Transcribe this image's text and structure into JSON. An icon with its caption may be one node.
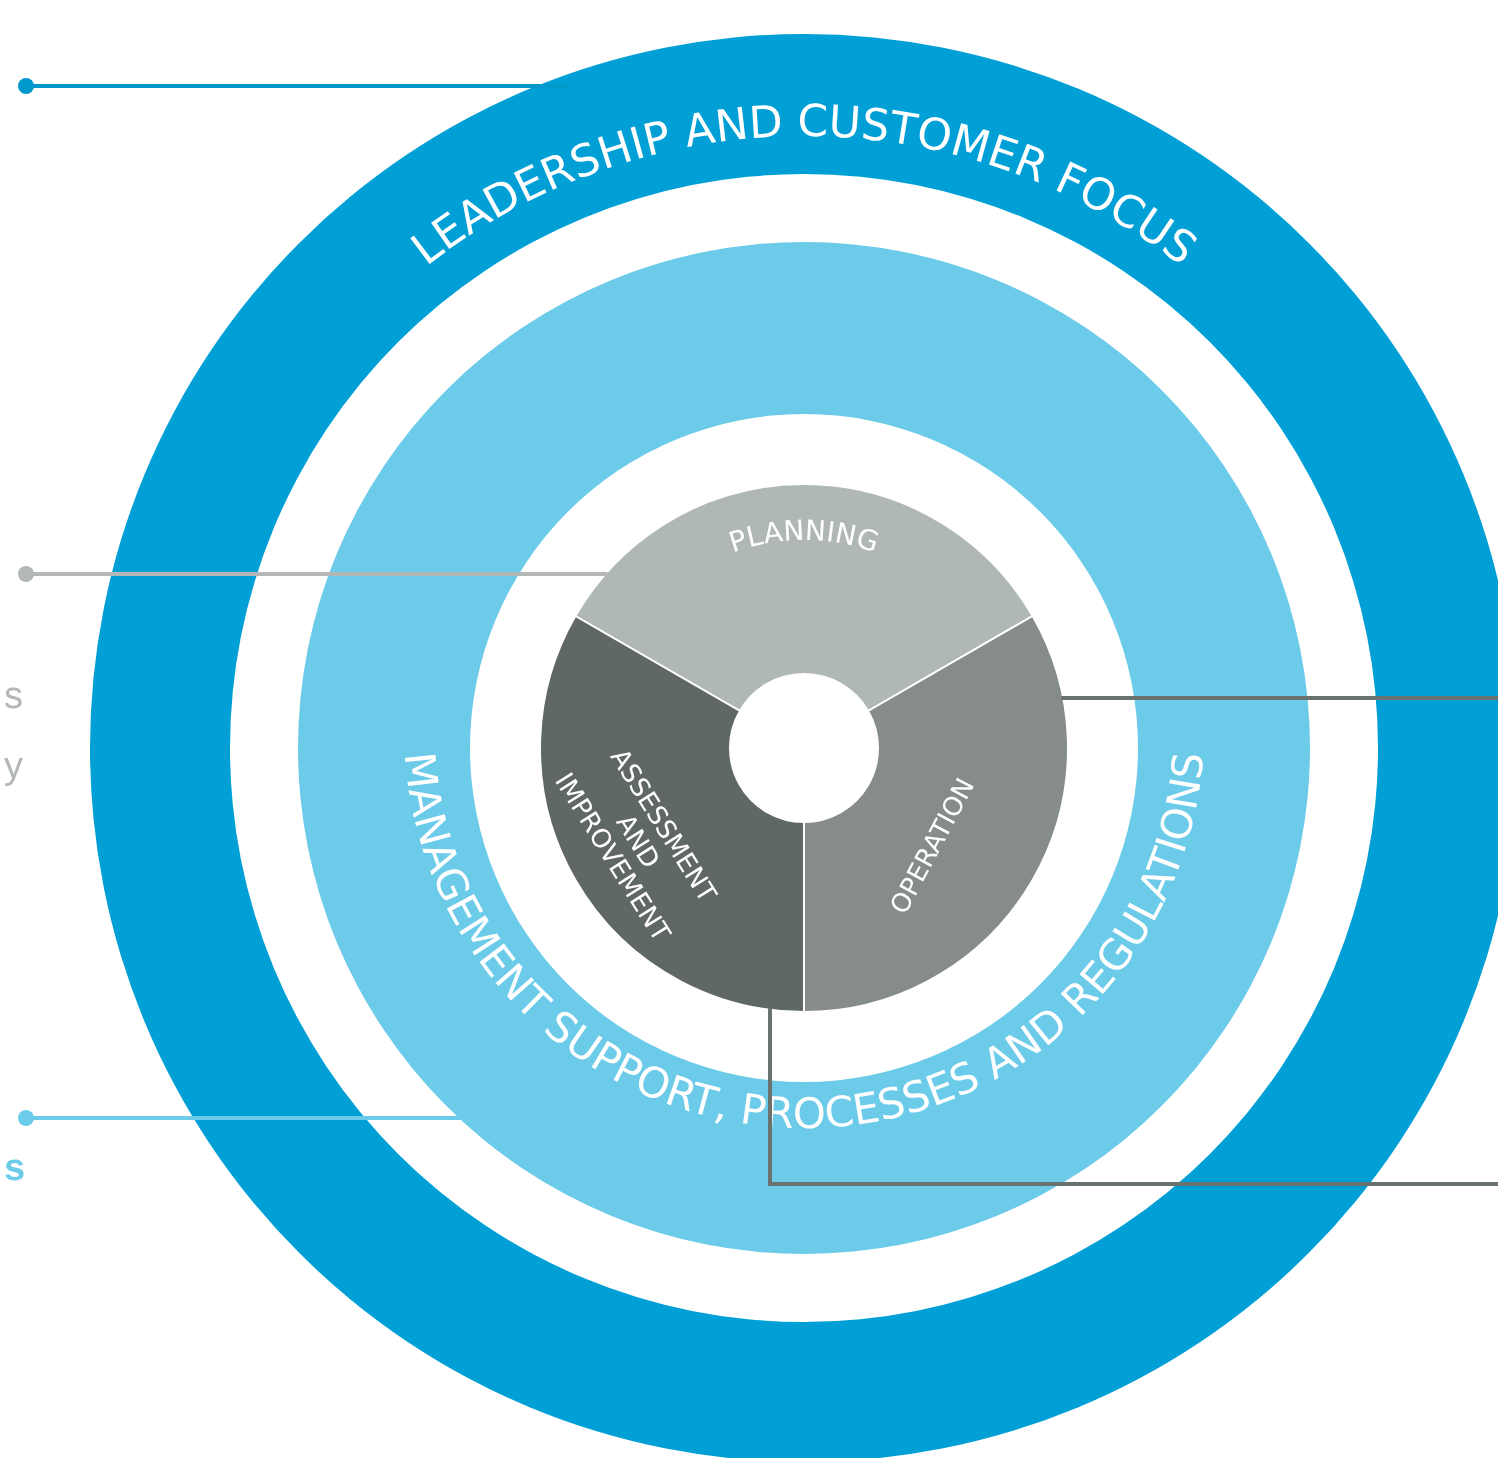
{
  "diagram": {
    "nodes": [
      {
        "text": [
          "LEADERSHIP AND CUSTOMER FOCUS"
        ]
      },
      {
        "text": [
          "MANAGEMENT SUPPORT, PROCESSES AND REGULATIONS"
        ],
        "in": 0
      },
      {
        "text": [
          "PLANNING"
        ],
        "in": 1
      },
      {
        "text": [
          "OPERATION"
        ],
        "in": 1
      },
      {
        "text": [
          "ASSESSMENT AND IMPROVEMENT"
        ],
        "in": 1
      }
    ],
    "edges": [
      {
        "from": null,
        "to": 0,
        "arrow": "other",
        "color": "#0099cc"
      },
      {
        "from": null,
        "to": 2,
        "arrow": "other",
        "color": "#b3b8b6"
      },
      {
        "from": null,
        "to": 1,
        "arrow": "other",
        "color": "#6dcbea"
      },
      {
        "from": 3,
        "to": null,
        "arrow": "none"
      },
      {
        "from": 4,
        "to": null,
        "arrow": "none"
      }
    ],
    "labels": [
      "s",
      "y",
      "s"
    ]
  }
}
